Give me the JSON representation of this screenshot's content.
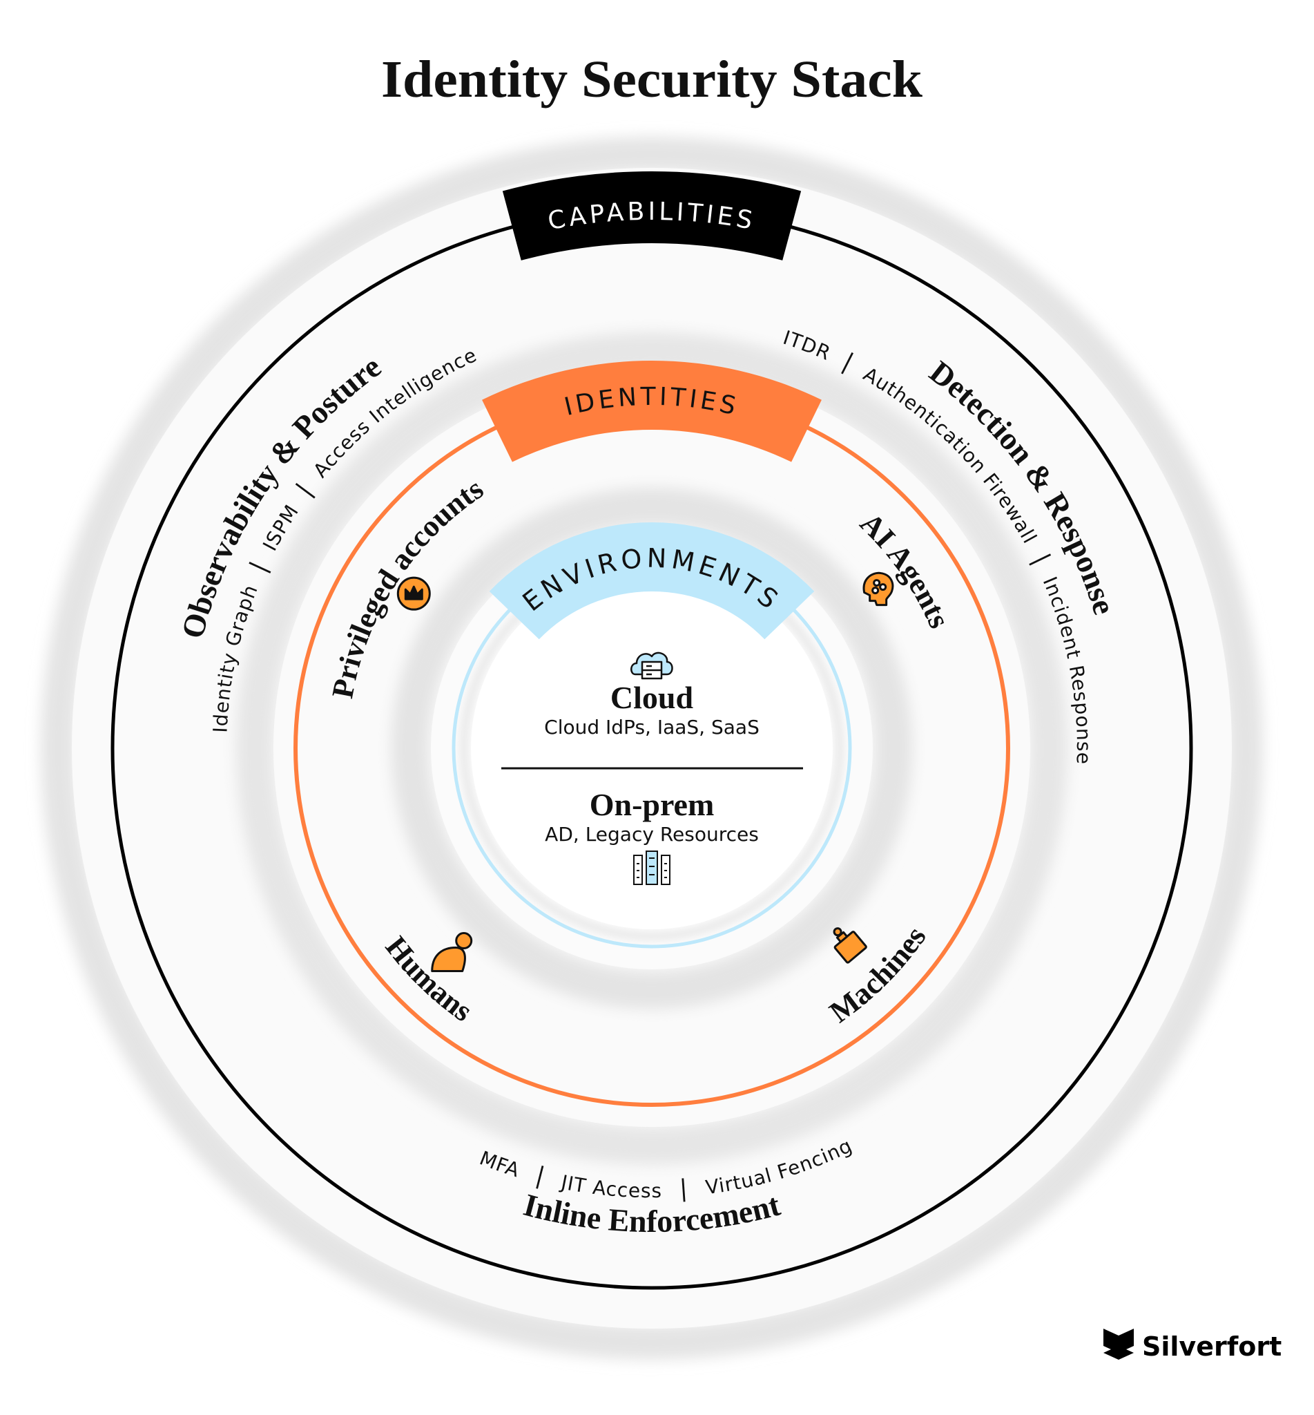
{
  "title": "Identity Security Stack",
  "capabilities": {
    "label": "CAPABILITIES",
    "separator": "|",
    "groups": [
      {
        "name": "Observability & Posture",
        "items": [
          "Identity Graph",
          "ISPM",
          "Access Intelligence"
        ]
      },
      {
        "name": "Detection & Response",
        "items": [
          "ITDR",
          "Authentication Firewall",
          "Incident Response"
        ]
      },
      {
        "name": "Inline Enforcement",
        "items": [
          "MFA",
          "JIT Access",
          "Virtual Fencing"
        ]
      }
    ]
  },
  "identities": {
    "label": "IDENTITIES",
    "items": [
      {
        "label": "Privileged accounts",
        "icon": "crown-icon"
      },
      {
        "label": "AI Agents",
        "icon": "ai-head-icon"
      },
      {
        "label": "Humans",
        "icon": "person-icon"
      },
      {
        "label": "Machines",
        "icon": "robot-icon"
      }
    ]
  },
  "environments": {
    "label": "ENVIRONMENTS",
    "items": [
      {
        "title": "Cloud",
        "subtitle": "Cloud IdPs, IaaS, SaaS",
        "icon": "cloud-server-icon"
      },
      {
        "title": "On-prem",
        "subtitle": "AD, Legacy Resources",
        "icon": "server-rack-icon"
      }
    ]
  },
  "brand": {
    "name": "Silverfort"
  },
  "colors": {
    "capabilities": "#000000",
    "identities": "#FF7E3E",
    "environments": "#BDE8FB",
    "icon_orange": "#FF9A2E"
  }
}
